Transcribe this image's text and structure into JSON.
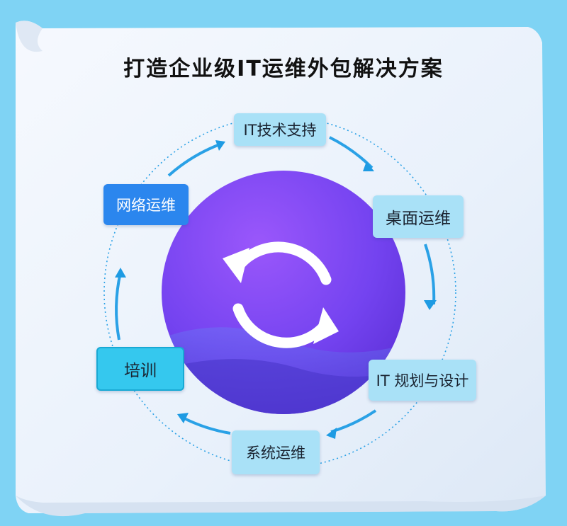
{
  "title": "打造企业级IT运维外包解决方案",
  "nodes": {
    "it_support": "IT技术支持",
    "desktop_ops": "桌面运维",
    "it_planning": "IT 规划与设计",
    "system_ops": "系统运维",
    "training": "培训",
    "network_ops": "网络运维"
  },
  "center_icon": "refresh-cycle-icon",
  "colors": {
    "background": "#7fd3f4",
    "paper": "#eef5fc",
    "center_circle": "#7a45f0",
    "ring_arrow": "#1e9be3",
    "node_blue": "#2b86ee",
    "node_light": "#a9e1f7",
    "node_cyan": "#35c8ee"
  }
}
